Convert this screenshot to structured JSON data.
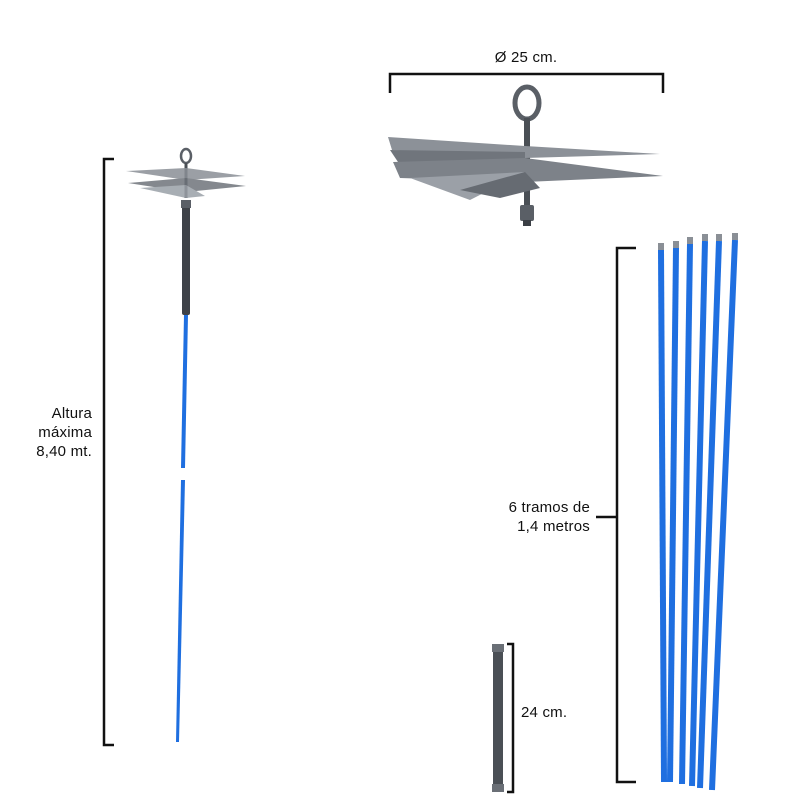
{
  "labels": {
    "height_max": [
      "Altura",
      "máxima",
      "8,40 mt."
    ],
    "diameter": "Ø 25 cm.",
    "sections": [
      "6 tramos de",
      "1,4 metros"
    ],
    "adapter_length": "24 cm."
  },
  "colors": {
    "rod_blue": "#1f6fe0",
    "rod_blue_dark": "#1455b8",
    "metal": "#5a5f66",
    "metal_dark": "#3b3f45",
    "bracket": "#111111",
    "background": "#ffffff"
  },
  "components": {
    "assembled_brush": {
      "description": "assembled chimney brush on full-length rod"
    },
    "brush_head": {
      "description": "steel wire brush head with eyelet"
    },
    "rod_sections": {
      "count": 6
    },
    "flexible_adapter": {
      "description": "flexible connector section"
    }
  }
}
